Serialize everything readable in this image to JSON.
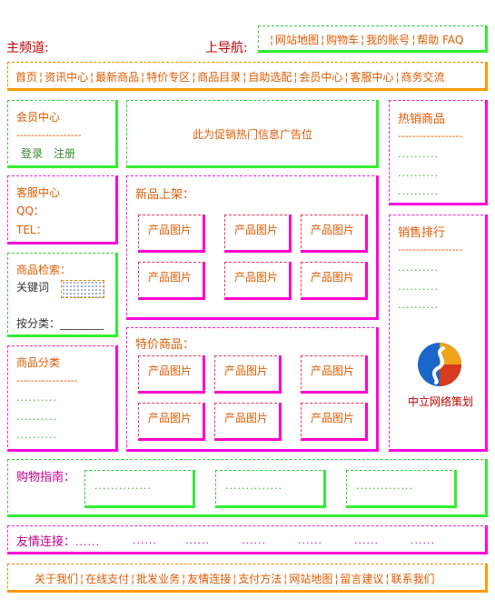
{
  "top": {
    "main_channel": "主频道:",
    "top_nav_label": "上导航:",
    "top_links": [
      "网站地图",
      "购物车",
      "我的账号",
      "帮助 FAQ"
    ]
  },
  "nav": [
    "首页",
    "资讯中心",
    "最新商品",
    "特价专区",
    "商品目录",
    "自助选配",
    "会员中心",
    "客服中心",
    "商务交流"
  ],
  "member": {
    "title": "会员中心",
    "divider": "------------------",
    "login": "登录",
    "register": "注册"
  },
  "ad": {
    "text": "此为促销热门信息广告位"
  },
  "service": {
    "title": "客服中心",
    "qq": "QQ：",
    "tel": "TEL："
  },
  "search": {
    "title": "商品检索：",
    "keyword": "关键词",
    "by_category": "按分类：________"
  },
  "category": {
    "title": "商品分类",
    "divider": "-----------------",
    "items": [
      "..........",
      "..........",
      ".........."
    ]
  },
  "new_products": {
    "title": "新品上架：",
    "product_label": "产品图片"
  },
  "special_products": {
    "title": "特价商品：",
    "product_label": "产品图片"
  },
  "hot": {
    "title": "热销商品",
    "divider": "------------------",
    "items": [
      "..........",
      "..........",
      ".........."
    ]
  },
  "ranking": {
    "title": "销售排行",
    "divider": "------------------",
    "items": [
      "..........",
      "..........",
      ".........."
    ],
    "logo_text": "中立网络策划"
  },
  "guide": {
    "title": "购物指南：",
    "items": [
      "..............",
      "..............",
      ".............."
    ]
  },
  "links": {
    "title": "友情连接：",
    "items": [
      "......",
      "......",
      "......",
      "......",
      "......",
      "......",
      "......"
    ]
  },
  "footer": [
    "关于我们",
    "在线支付",
    "批发业务",
    "友情连接",
    "支付方法",
    "网站地图",
    "留言建议",
    "联系我们"
  ]
}
